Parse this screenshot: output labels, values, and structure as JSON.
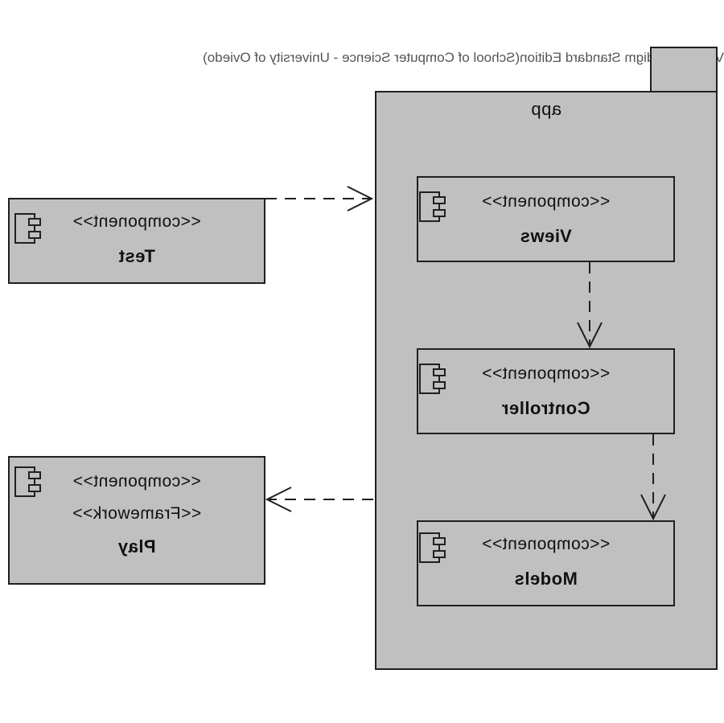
{
  "watermark": "Visual Paradigm Standard Edition(School of Computer Science - University of Oviedo)",
  "package": {
    "name": "app"
  },
  "components": {
    "views": {
      "stereotype": "<<component>>",
      "name": "Views"
    },
    "controller": {
      "stereotype": "<<component>>",
      "name": "Controller"
    },
    "models": {
      "stereotype": "<<component>>",
      "name": "Models"
    },
    "test": {
      "stereotype": "<<component>>",
      "name": "Test"
    },
    "play": {
      "stereotype": "<<component>>",
      "stereotype2": "<<Framework>>",
      "name": "Play"
    }
  },
  "dependencies": [
    {
      "from": "Test",
      "to": "app"
    },
    {
      "from": "Views",
      "to": "Controller"
    },
    {
      "from": "Controller",
      "to": "Models"
    },
    {
      "from": "app",
      "to": "Play"
    }
  ],
  "colors": {
    "fill": "#c0c0c0",
    "stroke": "#202020",
    "background": "#ffffff"
  }
}
